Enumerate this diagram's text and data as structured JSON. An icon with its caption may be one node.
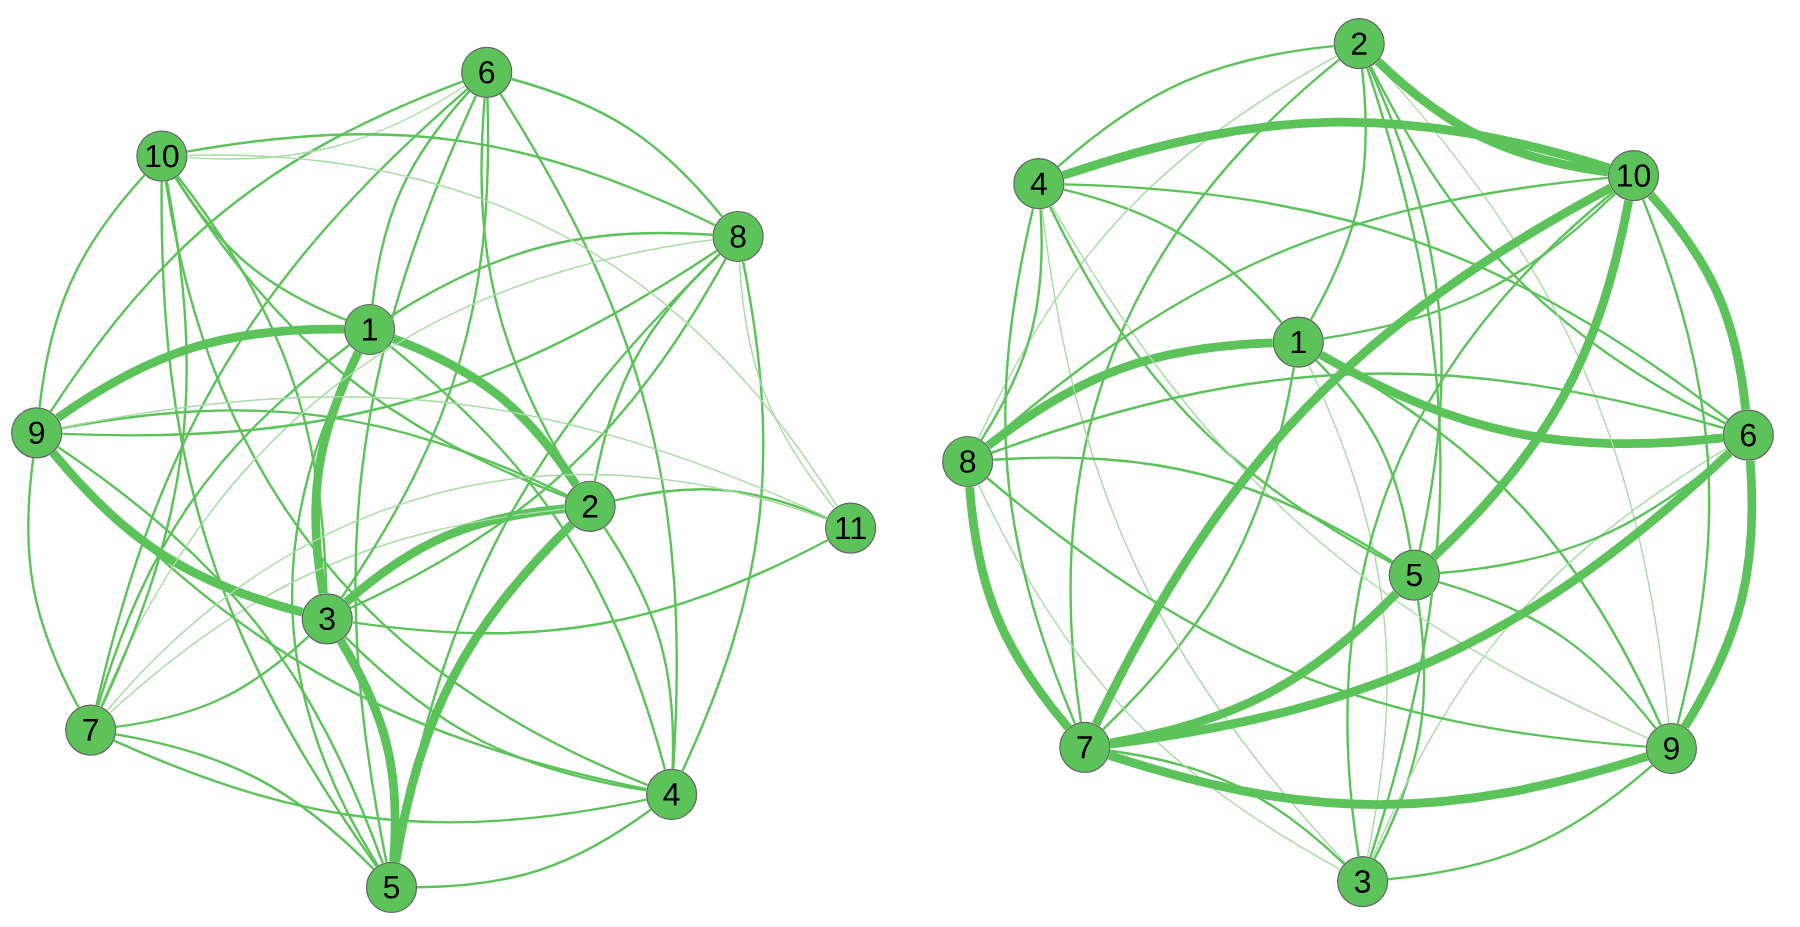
{
  "diagram": {
    "nodes": [
      {
        "text": [
          "1"
        ]
      },
      {
        "text": [
          "2"
        ]
      },
      {
        "text": [
          "3"
        ]
      },
      {
        "text": [
          "4"
        ]
      },
      {
        "text": [
          "5"
        ]
      },
      {
        "text": [
          "6"
        ]
      },
      {
        "text": [
          "7"
        ]
      },
      {
        "text": [
          "8"
        ]
      },
      {
        "text": [
          "9"
        ]
      },
      {
        "text": [
          "10"
        ]
      },
      {
        "text": [
          "11"
        ]
      },
      {
        "text": [
          "1"
        ]
      },
      {
        "text": [
          "2"
        ]
      },
      {
        "text": [
          "3"
        ]
      },
      {
        "text": [
          "4"
        ]
      },
      {
        "text": [
          "5"
        ]
      },
      {
        "text": [
          "6"
        ]
      },
      {
        "text": [
          "7"
        ]
      },
      {
        "text": [
          "8"
        ]
      },
      {
        "text": [
          "9"
        ]
      },
      {
        "text": [
          "10"
        ]
      }
    ],
    "edges": [
      {
        "from": 0,
        "to": 1,
        "arrow": "none",
        "style": "thick"
      },
      {
        "from": 0,
        "to": 2,
        "arrow": "none",
        "style": "thick"
      },
      {
        "from": 0,
        "to": 3,
        "arrow": "none"
      },
      {
        "from": 0,
        "to": 4,
        "arrow": "none"
      },
      {
        "from": 0,
        "to": 5,
        "arrow": "none"
      },
      {
        "from": 0,
        "to": 6,
        "arrow": "none"
      },
      {
        "from": 0,
        "to": 7,
        "arrow": "none"
      },
      {
        "from": 0,
        "to": 8,
        "arrow": "none",
        "style": "thick"
      },
      {
        "from": 0,
        "to": 9,
        "arrow": "none"
      },
      {
        "from": 1,
        "to": 2,
        "arrow": "none",
        "style": "thick"
      },
      {
        "from": 1,
        "to": 3,
        "arrow": "none"
      },
      {
        "from": 1,
        "to": 4,
        "arrow": "none",
        "style": "thick"
      },
      {
        "from": 1,
        "to": 5,
        "arrow": "none"
      },
      {
        "from": 1,
        "to": 6,
        "arrow": "none",
        "color": "#a9dba5"
      },
      {
        "from": 1,
        "to": 7,
        "arrow": "none"
      },
      {
        "from": 1,
        "to": 8,
        "arrow": "none"
      },
      {
        "from": 1,
        "to": 9,
        "arrow": "none"
      },
      {
        "from": 2,
        "to": 3,
        "arrow": "none"
      },
      {
        "from": 2,
        "to": 4,
        "arrow": "none",
        "style": "thick"
      },
      {
        "from": 2,
        "to": 5,
        "arrow": "none"
      },
      {
        "from": 2,
        "to": 6,
        "arrow": "none"
      },
      {
        "from": 2,
        "to": 7,
        "arrow": "none"
      },
      {
        "from": 2,
        "to": 8,
        "arrow": "none",
        "style": "thick"
      },
      {
        "from": 2,
        "to": 9,
        "arrow": "none"
      },
      {
        "from": 3,
        "to": 4,
        "arrow": "none"
      },
      {
        "from": 3,
        "to": 5,
        "arrow": "none"
      },
      {
        "from": 3,
        "to": 6,
        "arrow": "none"
      },
      {
        "from": 3,
        "to": 7,
        "arrow": "none"
      },
      {
        "from": 3,
        "to": 8,
        "arrow": "none"
      },
      {
        "from": 3,
        "to": 9,
        "arrow": "none"
      },
      {
        "from": 4,
        "to": 5,
        "arrow": "none"
      },
      {
        "from": 4,
        "to": 6,
        "arrow": "none"
      },
      {
        "from": 4,
        "to": 7,
        "arrow": "none"
      },
      {
        "from": 4,
        "to": 8,
        "arrow": "none"
      },
      {
        "from": 4,
        "to": 9,
        "arrow": "none"
      },
      {
        "from": 5,
        "to": 6,
        "arrow": "none"
      },
      {
        "from": 5,
        "to": 7,
        "arrow": "none"
      },
      {
        "from": 5,
        "to": 8,
        "arrow": "none"
      },
      {
        "from": 5,
        "to": 9,
        "arrow": "none",
        "color": "#a9dba5"
      },
      {
        "from": 6,
        "to": 7,
        "arrow": "none",
        "color": "#a9dba5"
      },
      {
        "from": 6,
        "to": 8,
        "arrow": "none"
      },
      {
        "from": 6,
        "to": 9,
        "arrow": "none"
      },
      {
        "from": 7,
        "to": 8,
        "arrow": "none"
      },
      {
        "from": 7,
        "to": 9,
        "arrow": "none"
      },
      {
        "from": 8,
        "to": 9,
        "arrow": "none"
      },
      {
        "from": 10,
        "to": 1,
        "arrow": "none"
      },
      {
        "from": 10,
        "to": 2,
        "arrow": "none"
      },
      {
        "from": 10,
        "to": 6,
        "arrow": "none",
        "color": "#a9dba5"
      },
      {
        "from": 10,
        "to": 7,
        "arrow": "none",
        "color": "#a9dba5"
      },
      {
        "from": 10,
        "to": 8,
        "arrow": "none",
        "color": "#a9dba5"
      },
      {
        "from": 10,
        "to": 9,
        "arrow": "none",
        "color": "#a9dba5"
      },
      {
        "from": 11,
        "to": 12,
        "arrow": "none"
      },
      {
        "from": 11,
        "to": 13,
        "arrow": "none",
        "color": "#a9dba5"
      },
      {
        "from": 11,
        "to": 14,
        "arrow": "none"
      },
      {
        "from": 11,
        "to": 15,
        "arrow": "none"
      },
      {
        "from": 11,
        "to": 16,
        "arrow": "none",
        "style": "thick"
      },
      {
        "from": 11,
        "to": 17,
        "arrow": "none"
      },
      {
        "from": 11,
        "to": 18,
        "arrow": "none",
        "style": "thick"
      },
      {
        "from": 11,
        "to": 19,
        "arrow": "none"
      },
      {
        "from": 11,
        "to": 20,
        "arrow": "none"
      },
      {
        "from": 12,
        "to": 13,
        "arrow": "none"
      },
      {
        "from": 12,
        "to": 14,
        "arrow": "none"
      },
      {
        "from": 12,
        "to": 15,
        "arrow": "none"
      },
      {
        "from": 12,
        "to": 16,
        "arrow": "none"
      },
      {
        "from": 12,
        "to": 17,
        "arrow": "none"
      },
      {
        "from": 12,
        "to": 18,
        "arrow": "none",
        "color": "#a9dba5"
      },
      {
        "from": 12,
        "to": 19,
        "arrow": "none",
        "color": "#a9dba5"
      },
      {
        "from": 12,
        "to": 20,
        "arrow": "none",
        "style": "thick"
      },
      {
        "from": 13,
        "to": 14,
        "arrow": "none",
        "color": "#a9dba5"
      },
      {
        "from": 13,
        "to": 15,
        "arrow": "none"
      },
      {
        "from": 13,
        "to": 16,
        "arrow": "none",
        "color": "#a9dba5"
      },
      {
        "from": 13,
        "to": 17,
        "arrow": "none"
      },
      {
        "from": 13,
        "to": 18,
        "arrow": "none",
        "color": "#a9dba5"
      },
      {
        "from": 13,
        "to": 19,
        "arrow": "none"
      },
      {
        "from": 13,
        "to": 20,
        "arrow": "none"
      },
      {
        "from": 14,
        "to": 15,
        "arrow": "none"
      },
      {
        "from": 14,
        "to": 16,
        "arrow": "none"
      },
      {
        "from": 14,
        "to": 17,
        "arrow": "none"
      },
      {
        "from": 14,
        "to": 18,
        "arrow": "none"
      },
      {
        "from": 14,
        "to": 19,
        "arrow": "none",
        "color": "#a9dba5"
      },
      {
        "from": 14,
        "to": 20,
        "arrow": "none",
        "style": "thick"
      },
      {
        "from": 15,
        "to": 16,
        "arrow": "none"
      },
      {
        "from": 15,
        "to": 17,
        "arrow": "none",
        "style": "thick"
      },
      {
        "from": 15,
        "to": 18,
        "arrow": "none"
      },
      {
        "from": 15,
        "to": 19,
        "arrow": "none"
      },
      {
        "from": 15,
        "to": 20,
        "arrow": "none",
        "style": "thick"
      },
      {
        "from": 16,
        "to": 17,
        "arrow": "none",
        "style": "thick"
      },
      {
        "from": 16,
        "to": 18,
        "arrow": "none"
      },
      {
        "from": 16,
        "to": 19,
        "arrow": "none",
        "style": "thick"
      },
      {
        "from": 16,
        "to": 20,
        "arrow": "none",
        "style": "thick"
      },
      {
        "from": 17,
        "to": 18,
        "arrow": "none",
        "style": "thick"
      },
      {
        "from": 17,
        "to": 19,
        "arrow": "none",
        "style": "thick"
      },
      {
        "from": 17,
        "to": 20,
        "arrow": "none",
        "style": "thick"
      },
      {
        "from": 18,
        "to": 19,
        "arrow": "none"
      },
      {
        "from": 18,
        "to": 20,
        "arrow": "none"
      },
      {
        "from": 19,
        "to": 20,
        "arrow": "none"
      }
    ]
  }
}
